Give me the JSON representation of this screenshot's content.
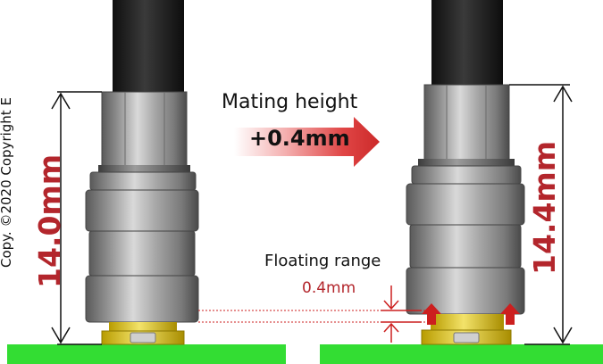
{
  "copyright": "Copy. ©2020 Copyright E",
  "left_dimension": "14.0mm",
  "right_dimension": "14.4mm",
  "mating": {
    "title": "Mating height",
    "value": "+0.4mm"
  },
  "floating": {
    "title": "Floating range",
    "value": "0.4mm"
  },
  "colors": {
    "accent_red": "#b3262c",
    "board_green": "#33dd33",
    "receptacle_yellow": "#e8d21c",
    "cable_black": "#1e1e1e",
    "metal_gray": "#9a9a9a"
  }
}
